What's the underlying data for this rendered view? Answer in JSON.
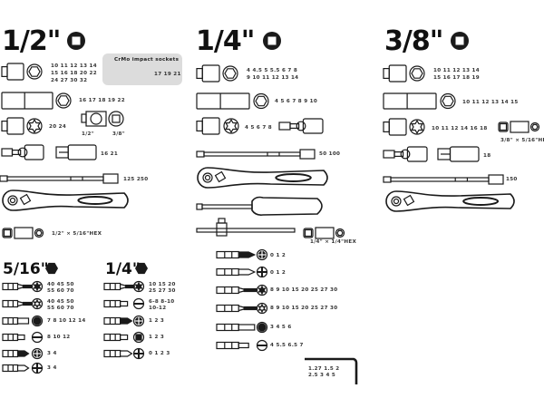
{
  "half_inch": {
    "title": "1/2\"",
    "sockets": [
      "10 11 12 13 14",
      "15 16 18 20 22",
      "24 27 30 32"
    ],
    "impact": {
      "title": "CrMo impact sockets",
      "sizes": "17 19 21"
    },
    "deep_sockets": "16 17 18 19 22",
    "torx_sockets": "20 24",
    "adapter_labels": [
      "1/2\"",
      "3/8\""
    ],
    "spark_plug": "16 21",
    "extensions": "125 250",
    "bit_adapter": "1/2\" × 5/16\"HEX"
  },
  "quarter_inch": {
    "title": "1/4\"",
    "sockets": [
      "4 4.5 5 5.5 6 7 8",
      "9 10 11 12 13 14"
    ],
    "deep_sockets": "4 5 6 7 8 9 10",
    "torx_sockets": "4 5 6 7 8",
    "extensions": "50 100",
    "bit_adapter": "1/4\" × 1/4\"HEX",
    "bits": [
      "0 1 2",
      "0 1 2",
      "8 9 10 15 20 25 27 30",
      "8 9 10 15 20 25 27 30",
      "3 4 5 6",
      "4 5.5 6.5 7"
    ],
    "hex_keys": [
      "1.27 1.5 2",
      "2.5 3 4 5"
    ]
  },
  "three_eighths": {
    "title": "3/8\"",
    "sockets": [
      "10 11 12 13 14",
      "15 16 17 18 19"
    ],
    "deep_sockets": "10 11 12 13 14 15",
    "torx_sockets": "10 11 12 14 16 18",
    "bit_adapter": "3/8\" × 5/16\"HEX",
    "spark_plug": "18",
    "extensions": "150"
  },
  "bits_5_16": {
    "title": "5/16\"",
    "rows": [
      [
        "40 45 50",
        "55 60 70"
      ],
      [
        "40 45 50",
        "55 60 70"
      ],
      [
        "7 8 10 12 14"
      ],
      [
        "8 10 12"
      ],
      [
        "3 4"
      ],
      [
        "3 4"
      ]
    ]
  },
  "bits_1_4": {
    "title": "1/4\"",
    "rows": [
      [
        "10 15 20",
        "25 27 30"
      ],
      [
        "6-8 8-10",
        "10-12"
      ],
      [
        "1 2 3"
      ],
      [
        "1 2 3"
      ],
      [
        "0 1 2 3"
      ]
    ]
  },
  "colors": {
    "ink": "#1a1a1a",
    "panel": "#dcdcdc"
  }
}
